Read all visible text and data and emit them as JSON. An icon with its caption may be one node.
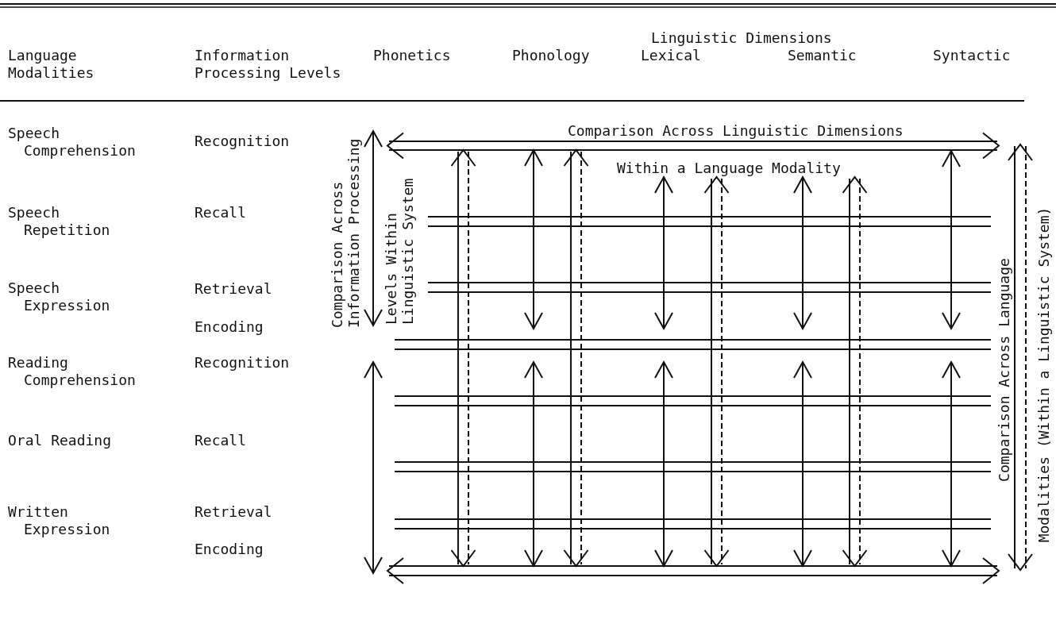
{
  "diagram": {
    "labels": [
      "Linguistic Dimensions",
      "Language Modalities",
      "Information Processing Levels",
      "Phonetics",
      "Phonology",
      "Lexical",
      "Semantic",
      "Syntactic",
      "Speech Comprehension",
      "Recognition",
      "Comparison Across Information Processing",
      "Levels Within Linguistic System",
      "Comparison Across Linguistic Dimensions",
      "Within a Language Modality",
      "Speech Repetition",
      "Recall",
      "Speech Expression",
      "Retrieval",
      "Encoding",
      "Reading Comprehension",
      "Recognition",
      "Oral Reading",
      "Recall",
      "Written Expression",
      "Retrieval",
      "Encoding",
      "Comparison Across Language",
      "Modalities (Within a Linguistic System)"
    ]
  }
}
